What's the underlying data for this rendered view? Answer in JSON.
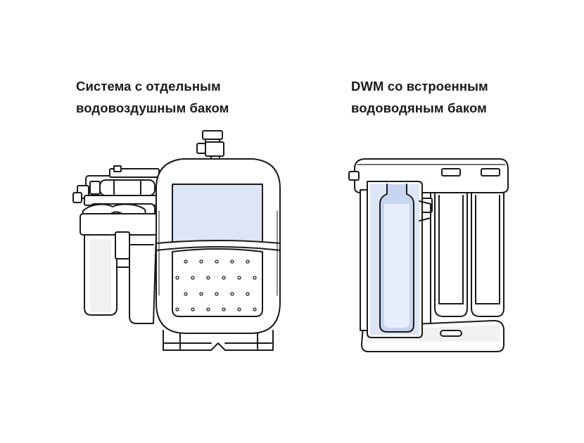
{
  "left_system": {
    "caption": [
      "Система с отдельным",
      "водовоздушным баком"
    ]
  },
  "right_system": {
    "caption": [
      "DWM со встроенным",
      "водоводяным баком"
    ]
  },
  "colors": {
    "outline": "#1a1a1a",
    "fill": "#ffffff",
    "water": "#dde6f7",
    "water_dark": "#c8d5f1",
    "shade": "#f1f1f1"
  }
}
